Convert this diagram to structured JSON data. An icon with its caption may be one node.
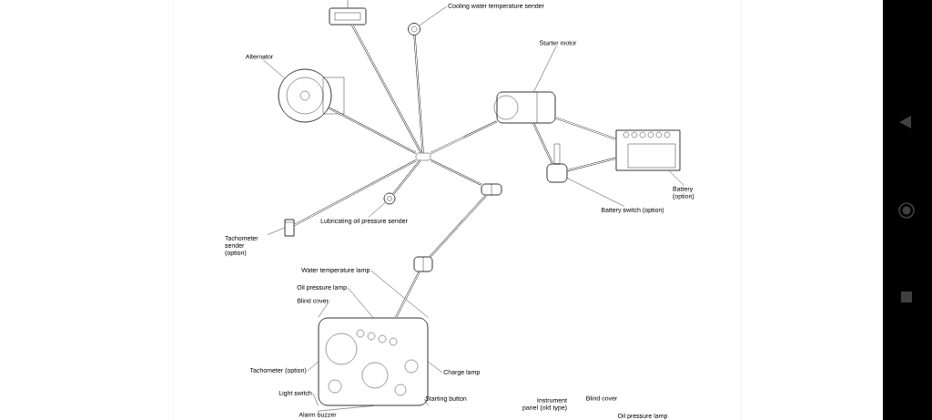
{
  "diagram": {
    "nodes": [
      {
        "text": [
          "Cooling water temperature sender"
        ]
      },
      {
        "text": [],
        "shape": "picture"
      },
      {
        "text": [],
        "shape": "picture"
      },
      {
        "text": [
          "Alternator"
        ]
      },
      {
        "text": [],
        "shape": "picture"
      },
      {
        "text": [
          "Starter motor"
        ]
      },
      {
        "text": [],
        "shape": "picture"
      },
      {
        "text": [],
        "shape": "picture"
      },
      {
        "text": [
          "Battery (option)"
        ]
      },
      {
        "text": [],
        "shape": "picture"
      },
      {
        "text": [
          "Battery switch (option)"
        ]
      },
      {
        "text": [],
        "shape": "picture"
      },
      {
        "text": [
          "Lubricating oil pressure sender"
        ]
      },
      {
        "text": [],
        "shape": "picture"
      },
      {
        "text": [
          "Tachometer sender (option)"
        ]
      },
      {
        "text": [],
        "shape": "box"
      },
      {
        "text": [],
        "shape": "picture"
      },
      {
        "text": [],
        "shape": "picture"
      },
      {
        "text": [],
        "shape": "picture"
      },
      {
        "text": [
          "Water temperature lamp"
        ]
      },
      {
        "text": [
          "Oil pressure lamp"
        ]
      },
      {
        "text": [
          "Blind cover"
        ]
      },
      {
        "text": [
          "Tachometer (option)"
        ]
      },
      {
        "text": [
          "Light switch"
        ]
      },
      {
        "text": [
          "Alarm buzzer"
        ]
      },
      {
        "text": [
          "Charge lamp"
        ]
      },
      {
        "text": [
          "Starting button"
        ]
      }
    ],
    "edges": [
      {
        "from": null,
        "to": 1,
        "arrow": "none"
      },
      {
        "from": 0,
        "to": 2,
        "arrow": "none"
      },
      {
        "from": 3,
        "to": 4,
        "arrow": "none"
      },
      {
        "from": 5,
        "to": 6,
        "arrow": "none"
      },
      {
        "from": 8,
        "to": 7,
        "arrow": "none"
      },
      {
        "from": 10,
        "to": 9,
        "arrow": "none"
      },
      {
        "from": 12,
        "to": 11,
        "arrow": "none"
      },
      {
        "from": 14,
        "to": 13,
        "arrow": "none"
      },
      {
        "from": 19,
        "to": 18,
        "arrow": "none"
      },
      {
        "from": 20,
        "to": 18,
        "arrow": "none"
      },
      {
        "from": 21,
        "to": 18,
        "arrow": "none"
      },
      {
        "from": 22,
        "to": 18,
        "arrow": "none"
      },
      {
        "from": 23,
        "to": 18,
        "arrow": "none"
      },
      {
        "from": 24,
        "to": 18,
        "arrow": "none"
      },
      {
        "from": 25,
        "to": 18,
        "arrow": "none"
      },
      {
        "from": 26,
        "to": 18,
        "arrow": "none"
      },
      {
        "from": 1,
        "to": 15,
        "arrow": "none",
        "style": "thick"
      },
      {
        "from": 2,
        "to": 15,
        "arrow": "none",
        "style": "thick"
      },
      {
        "from": 4,
        "to": 15,
        "arrow": "none",
        "style": "thick"
      },
      {
        "from": 13,
        "to": 15,
        "arrow": "none",
        "style": "thick"
      },
      {
        "from": 11,
        "to": 15,
        "arrow": "none",
        "style": "thick"
      },
      {
        "from": 15,
        "to": 6,
        "arrow": "none",
        "style": "thick"
      },
      {
        "from": 15,
        "to": 16,
        "arrow": "none",
        "style": "thick"
      },
      {
        "from": 16,
        "to": 17,
        "arrow": "none",
        "style": "thick"
      },
      {
        "from": 17,
        "to": 18,
        "arrow": "none",
        "style": "thick"
      },
      {
        "from": 6,
        "to": 7,
        "arrow": "none",
        "style": "thick"
      },
      {
        "from": 7,
        "to": 9,
        "arrow": "none",
        "style": "thick"
      },
      {
        "from": 9,
        "to": 6,
        "arrow": "none",
        "style": "thick"
      }
    ],
    "labels": [
      "Instrument panel (old type)",
      "Blind cover",
      "Oil pressure lamp"
    ]
  }
}
